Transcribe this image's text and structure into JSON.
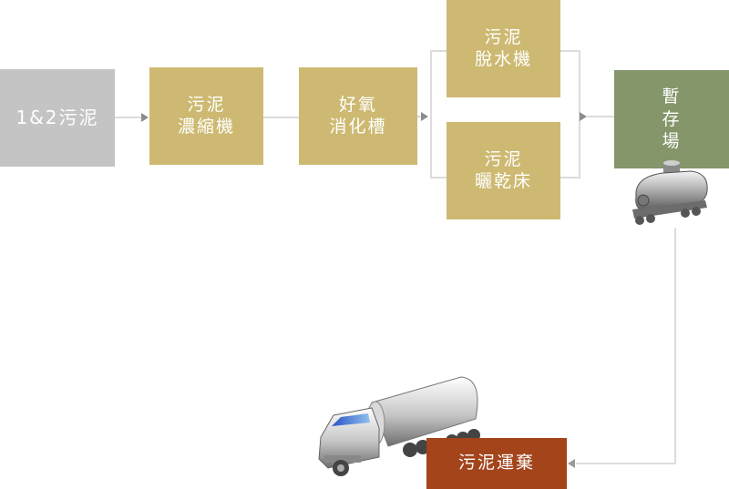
{
  "diagram": {
    "nodes": [
      {
        "id": "source",
        "label": "1&2污泥"
      },
      {
        "id": "thickener",
        "label": "污泥\n濃縮機"
      },
      {
        "id": "digester",
        "label": "好氧\n消化槽"
      },
      {
        "id": "dewatering",
        "label": "污泥\n脫水機"
      },
      {
        "id": "drying_bed",
        "label": "污泥\n曬乾床"
      },
      {
        "id": "storage",
        "label": "暫\n存\n場"
      },
      {
        "id": "disposal",
        "label": "污泥運棄"
      }
    ],
    "edges": [
      {
        "from": "source",
        "to": "thickener"
      },
      {
        "from": "thickener",
        "to": "digester"
      },
      {
        "from": "digester",
        "to": "dewatering"
      },
      {
        "from": "digester",
        "to": "drying_bed"
      },
      {
        "from": "dewatering",
        "to": "storage"
      },
      {
        "from": "drying_bed",
        "to": "storage"
      },
      {
        "from": "storage",
        "to": "disposal"
      }
    ],
    "icons": {
      "storage_icon": "tank-car-icon",
      "disposal_icon": "tanker-truck-icon"
    },
    "colors": {
      "source": "#c4c4c4",
      "process": "#cdb971",
      "storage": "#84966a",
      "disposal": "#a3441b",
      "connector": "#dcdcdc"
    }
  }
}
